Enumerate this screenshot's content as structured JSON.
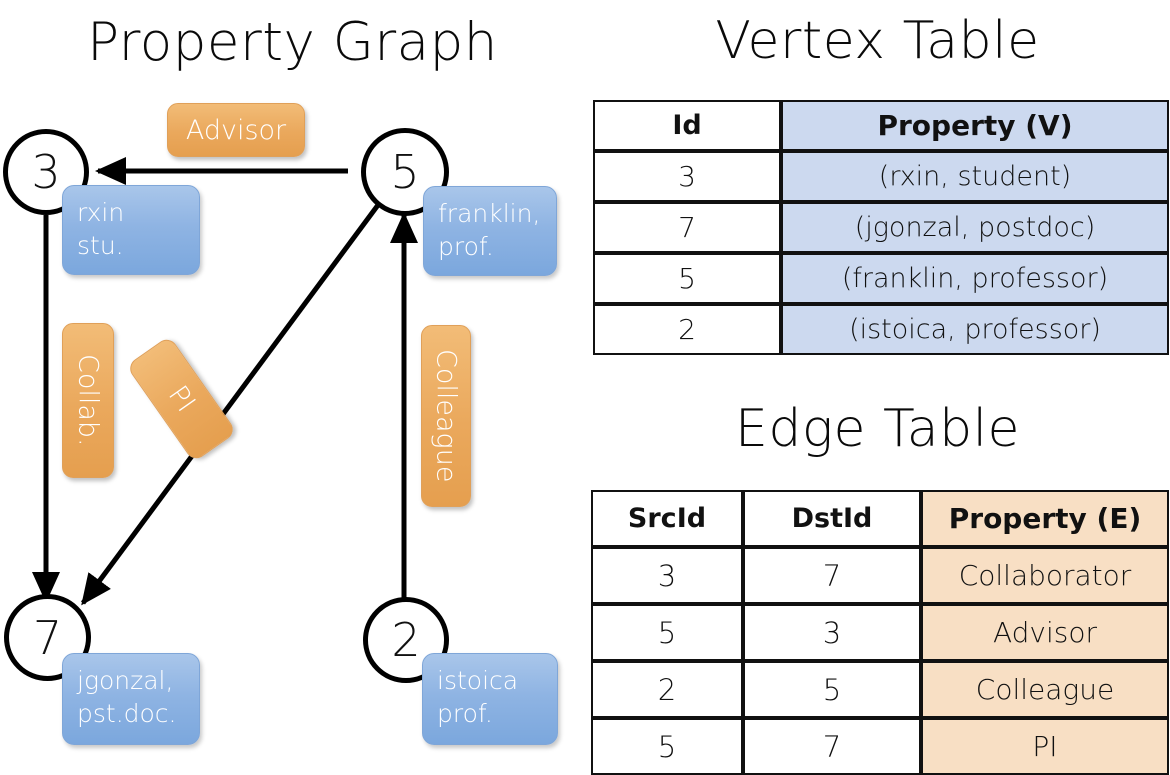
{
  "titles": {
    "property_graph": "Property Graph",
    "vertex_table": "Vertex Table",
    "edge_table": "Edge Table"
  },
  "graph": {
    "nodes": [
      {
        "id": "3",
        "property_lines": [
          "rxin",
          "stu."
        ]
      },
      {
        "id": "5",
        "property_lines": [
          "franklin,",
          "prof."
        ]
      },
      {
        "id": "7",
        "property_lines": [
          "jgonzal,",
          "pst.doc."
        ]
      },
      {
        "id": "2",
        "property_lines": [
          "istoica",
          "prof."
        ]
      }
    ],
    "node_labels": {
      "n3": "3",
      "n5": "5",
      "n7": "7",
      "n2": "2"
    },
    "property_labels": {
      "rxin_line1": "rxin",
      "rxin_line2": "stu.",
      "franklin_line1": "franklin,",
      "franklin_line2": "prof.",
      "jgonzal_line1": "jgonzal,",
      "jgonzal_line2": "pst.doc.",
      "istoica_line1": "istoica",
      "istoica_line2": "prof."
    },
    "edge_labels": {
      "advisor": "Advisor",
      "collab": "Collab.",
      "pi": "PI",
      "colleague": "Colleague"
    },
    "edges": [
      {
        "from": "5",
        "to": "3",
        "label": "Advisor"
      },
      {
        "from": "3",
        "to": "7",
        "label": "Collab."
      },
      {
        "from": "5",
        "to": "7",
        "label": "PI"
      },
      {
        "from": "2",
        "to": "5",
        "label": "Colleague"
      }
    ]
  },
  "vertex_table": {
    "headers": [
      "Id",
      "Property (V)"
    ],
    "rows": [
      {
        "id": "3",
        "property": "(rxin, student)"
      },
      {
        "id": "7",
        "property": "(jgonzal, postdoc)"
      },
      {
        "id": "5",
        "property": "(franklin, professor)"
      },
      {
        "id": "2",
        "property": "(istoica, professor)"
      }
    ]
  },
  "edge_table": {
    "headers": [
      "SrcId",
      "DstId",
      "Property (E)"
    ],
    "rows": [
      {
        "src": "3",
        "dst": "7",
        "property": "Collaborator"
      },
      {
        "src": "5",
        "dst": "3",
        "property": "Advisor"
      },
      {
        "src": "2",
        "dst": "5",
        "property": "Colleague"
      },
      {
        "src": "5",
        "dst": "7",
        "property": "PI"
      }
    ]
  },
  "colors": {
    "vertex_property_fill": "#ccd9ef",
    "edge_property_fill": "#f8dfc4",
    "node_bubble_blue": "#8fb4e3",
    "edge_label_orange": "#eaa85c",
    "stroke": "#111111",
    "background": "#ffffff"
  }
}
